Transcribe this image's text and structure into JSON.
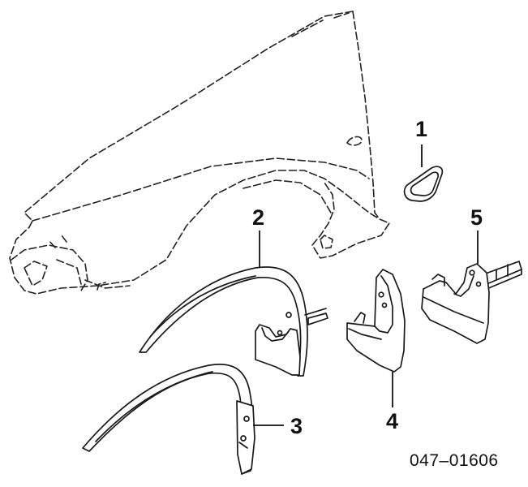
{
  "callouts": [
    {
      "label": "1"
    },
    {
      "label": "2"
    },
    {
      "label": "3"
    },
    {
      "label": "4"
    },
    {
      "label": "5"
    }
  ],
  "part_number": "047–01606"
}
